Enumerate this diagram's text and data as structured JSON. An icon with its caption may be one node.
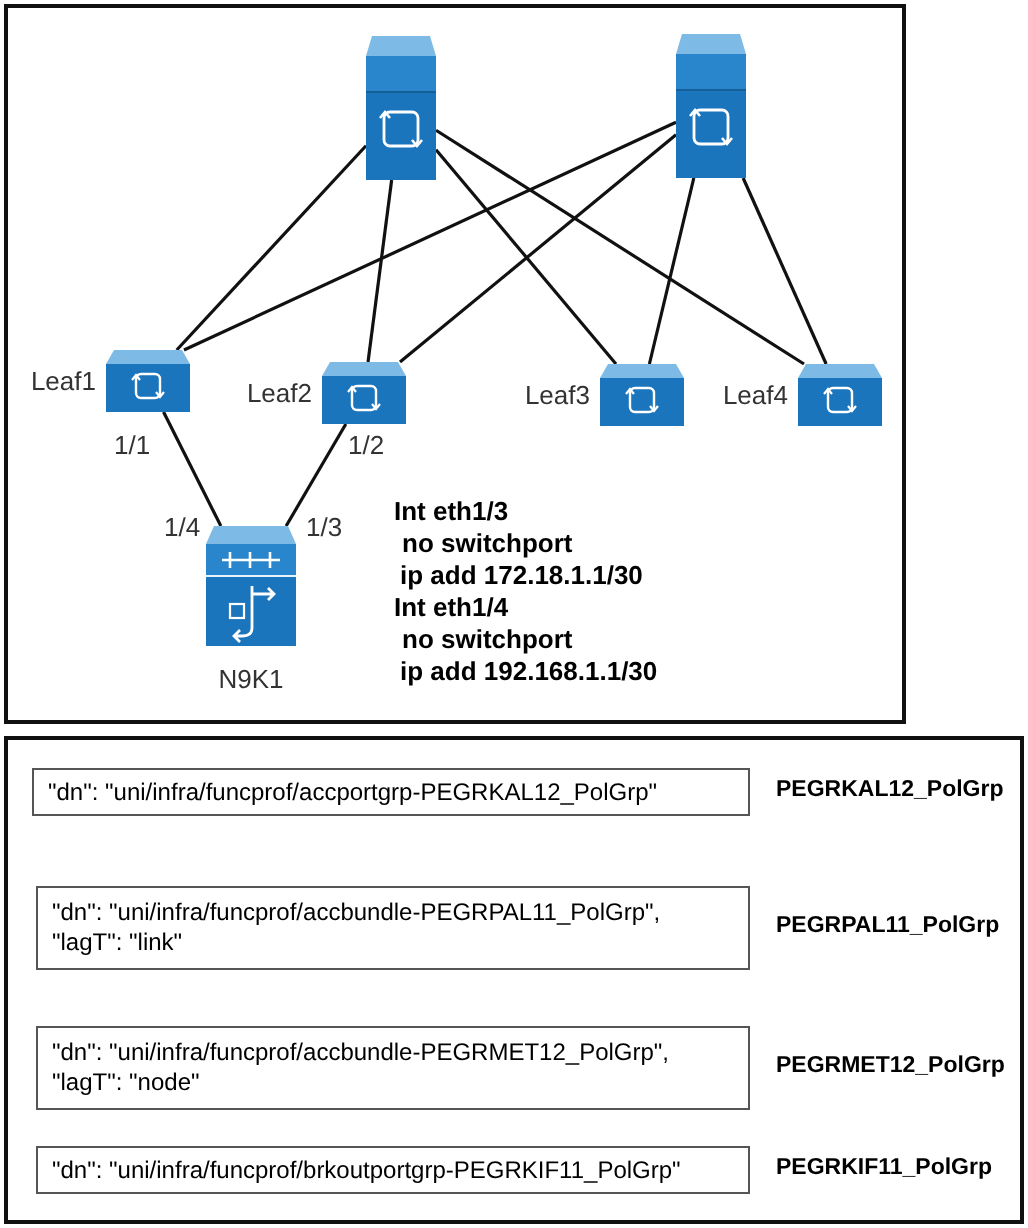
{
  "diagram": {
    "nodes": [
      {
        "text": [],
        "shape": "picture"
      },
      {
        "text": [],
        "shape": "picture"
      },
      {
        "text": [
          "Leaf1"
        ]
      },
      {
        "text": [
          "Leaf2"
        ]
      },
      {
        "text": [
          "Leaf3"
        ]
      },
      {
        "text": [
          "Leaf4"
        ]
      },
      {
        "text": [
          "N9K1"
        ]
      },
      {
        "text": [
          "\"dn\": \"uni/infra/funcprof/accportgrp-PEGRKAL12_PolGrp\""
        ],
        "beside": [
          "PEGRKAL12_PolGrp"
        ]
      },
      {
        "text": [
          "\"dn\": \"uni/infra/funcprof/accbundle-PEGRPAL11_PolGrp\", \"lagT\": \"link\""
        ],
        "beside": [
          "PEGRPAL11_PolGrp"
        ]
      },
      {
        "text": [
          "\"dn\": \"uni/infra/funcprof/accbundle-PEGRMET12_PolGrp\", \"lagT\": \"node\""
        ],
        "beside": [
          "PEGRMET12_PolGrp"
        ]
      },
      {
        "text": [
          "\"dn\": \"uni/infra/funcprof/brkoutportgrp-PEGRKIF11_PolGrp\""
        ],
        "beside": [
          "PEGRKIF11_PolGrp"
        ]
      }
    ],
    "edges": [
      {
        "from": 0,
        "to": 2,
        "arrow": "none"
      },
      {
        "from": 0,
        "to": 3,
        "arrow": "none"
      },
      {
        "from": 0,
        "to": 4,
        "arrow": "none"
      },
      {
        "from": 0,
        "to": 5,
        "arrow": "none"
      },
      {
        "from": 1,
        "to": 2,
        "arrow": "none"
      },
      {
        "from": 1,
        "to": 3,
        "arrow": "none"
      },
      {
        "from": 1,
        "to": 4,
        "arrow": "none"
      },
      {
        "from": 1,
        "to": 5,
        "arrow": "none"
      },
      {
        "from": 2,
        "to": 6,
        "arrow": "none"
      },
      {
        "from": 3,
        "to": 6,
        "arrow": "none"
      }
    ],
    "labels": [
      "1/1",
      "1/2",
      "1/4",
      "1/3",
      "Int eth1/3",
      "no switchport",
      "ip add 172.18.1.1/30",
      "Int eth1/4",
      "no switchport",
      "ip add 192.168.1.1/30"
    ]
  }
}
